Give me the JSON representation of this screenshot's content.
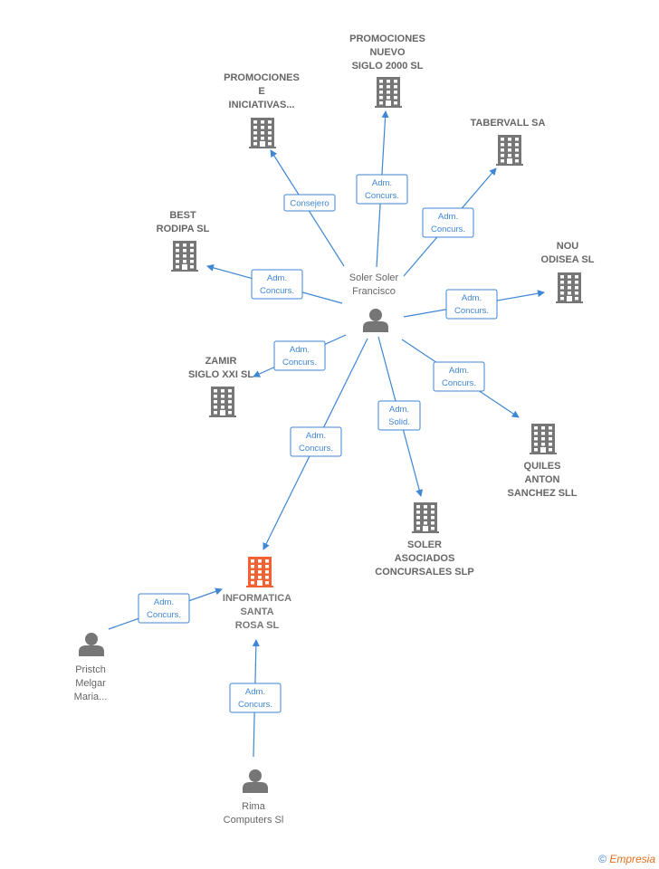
{
  "colors": {
    "building": "#767676",
    "focus_building": "#f26131",
    "person": "#767676",
    "edge": "#3f86d4"
  },
  "nodes": [
    {
      "id": "soler-soler",
      "type": "person",
      "label": [
        "Soler Soler",
        "Francisco"
      ]
    },
    {
      "id": "promociones-nuevo",
      "type": "company",
      "label": [
        "PROMOCIONES",
        "NUEVO",
        "SIGLO 2000 SL"
      ]
    },
    {
      "id": "promociones-e",
      "type": "company",
      "label": [
        "PROMOCIONES",
        "E",
        "INICIATIVAS..."
      ]
    },
    {
      "id": "tabervall",
      "type": "company",
      "label": [
        "TABERVALL SA"
      ]
    },
    {
      "id": "best-rodipa",
      "type": "company",
      "label": [
        "BEST",
        "RODIPA SL"
      ]
    },
    {
      "id": "nou-odisea",
      "type": "company",
      "label": [
        "NOU",
        "ODISEA SL"
      ]
    },
    {
      "id": "zamir",
      "type": "company",
      "label": [
        "ZAMIR",
        "SIGLO XXI SL"
      ]
    },
    {
      "id": "quiles",
      "type": "company",
      "label": [
        "QUILES",
        "ANTON",
        "SANCHEZ SLL"
      ]
    },
    {
      "id": "soler-asociados",
      "type": "company",
      "label": [
        "SOLER",
        "ASOCIADOS",
        "CONCURSALES SLP"
      ]
    },
    {
      "id": "informatica",
      "type": "company",
      "focus": true,
      "label": [
        "INFORMATICA",
        "SANTA",
        "ROSA SL"
      ]
    },
    {
      "id": "pristch",
      "type": "person",
      "label": [
        "Pristch",
        "Melgar",
        "Maria..."
      ]
    },
    {
      "id": "rima",
      "type": "person",
      "label": [
        "Rima",
        "Computers Sl"
      ]
    }
  ],
  "edges": [
    {
      "id": "e-nuevo",
      "label": [
        "Adm.",
        "Concurs."
      ]
    },
    {
      "id": "e-iniciativas",
      "label": [
        "Consejero"
      ]
    },
    {
      "id": "e-tabervall",
      "label": [
        "Adm.",
        "Concurs."
      ]
    },
    {
      "id": "e-best",
      "label": [
        "Adm.",
        "Concurs."
      ]
    },
    {
      "id": "e-nou",
      "label": [
        "Adm.",
        "Concurs."
      ]
    },
    {
      "id": "e-zamir",
      "label": [
        "Adm.",
        "Concurs."
      ]
    },
    {
      "id": "e-quiles",
      "label": [
        "Adm.",
        "Concurs."
      ]
    },
    {
      "id": "e-soler-asoc",
      "label": [
        "Adm.",
        "Solid."
      ]
    },
    {
      "id": "e-informatica",
      "label": [
        "Adm.",
        "Concurs."
      ]
    },
    {
      "id": "e-pristch",
      "label": [
        "Adm.",
        "Concurs."
      ]
    },
    {
      "id": "e-rima",
      "label": [
        "Adm.",
        "Concurs."
      ]
    }
  ],
  "footer": {
    "copyright": "©",
    "brand": "Empresia"
  }
}
